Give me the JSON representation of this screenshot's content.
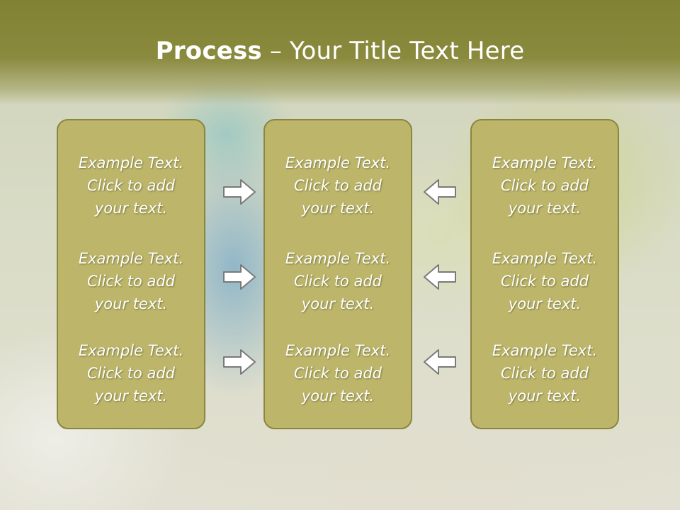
{
  "title": {
    "bold": "Process",
    "rest": " – Your Title Text Here"
  },
  "panels": {
    "left": {
      "items": [
        "Example Text.\nClick  to add\nyour text.",
        "Example Text.\nClick  to add\nyour text.",
        "Example Text.\nClick  to add\nyour text."
      ]
    },
    "middle": {
      "items": [
        "Example Text.\nClick  to add\nyour text.",
        "Example Text.\nClick  to add\nyour text.",
        "Example Text.\nClick  to add\nyour text."
      ]
    },
    "right": {
      "items": [
        "Example Text.\nClick  to add\nyour text.",
        "Example Text.\nClick  to add\nyour text.",
        "Example Text.\nClick  to add\nyour text."
      ]
    }
  },
  "arrows": {
    "left_to_middle": [
      "right-arrow",
      "right-arrow",
      "right-arrow"
    ],
    "right_to_middle": [
      "left-arrow",
      "left-arrow",
      "left-arrow"
    ]
  },
  "colors": {
    "header": "#818233",
    "panel_fill": "#bdb66a",
    "panel_border": "#8a8540",
    "arrow_fill": "#ffffff",
    "arrow_stroke": "#7a7a7a"
  }
}
